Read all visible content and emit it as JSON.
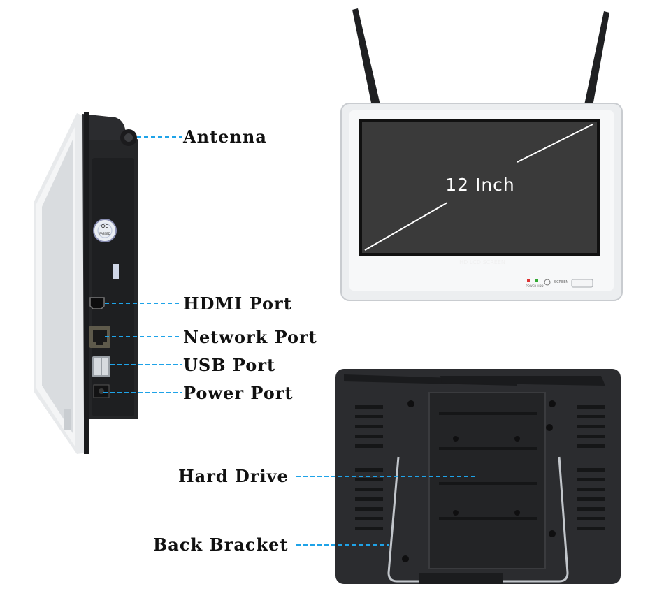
{
  "colors": {
    "callout_line": "#1fa3e8",
    "label_text": "#111111",
    "bezel_white": "#eef0f2",
    "device_black": "#2b2c2f",
    "screen_dark": "#3a3a3a"
  },
  "callouts": {
    "antenna": "Antenna",
    "hdmi": "HDMI Port",
    "network": "Network Port",
    "usb": "USB Port",
    "power": "Power Port",
    "hard_drive": "Hard Drive",
    "back_bracket": "Back Bracket"
  },
  "front_view": {
    "screen_size": "12 Inch",
    "bezel_caption": "HD LCD SCREEN",
    "led_caption": "POWER HDD",
    "button_caption": "SCREEN"
  },
  "side_view": {
    "qc_sticker_top": "QC",
    "qc_sticker_bottom": "PASSED"
  },
  "icons": [
    "antenna",
    "hdmi-port",
    "rj45-port",
    "usb-port",
    "dc-power-jack",
    "qc-sticker"
  ]
}
